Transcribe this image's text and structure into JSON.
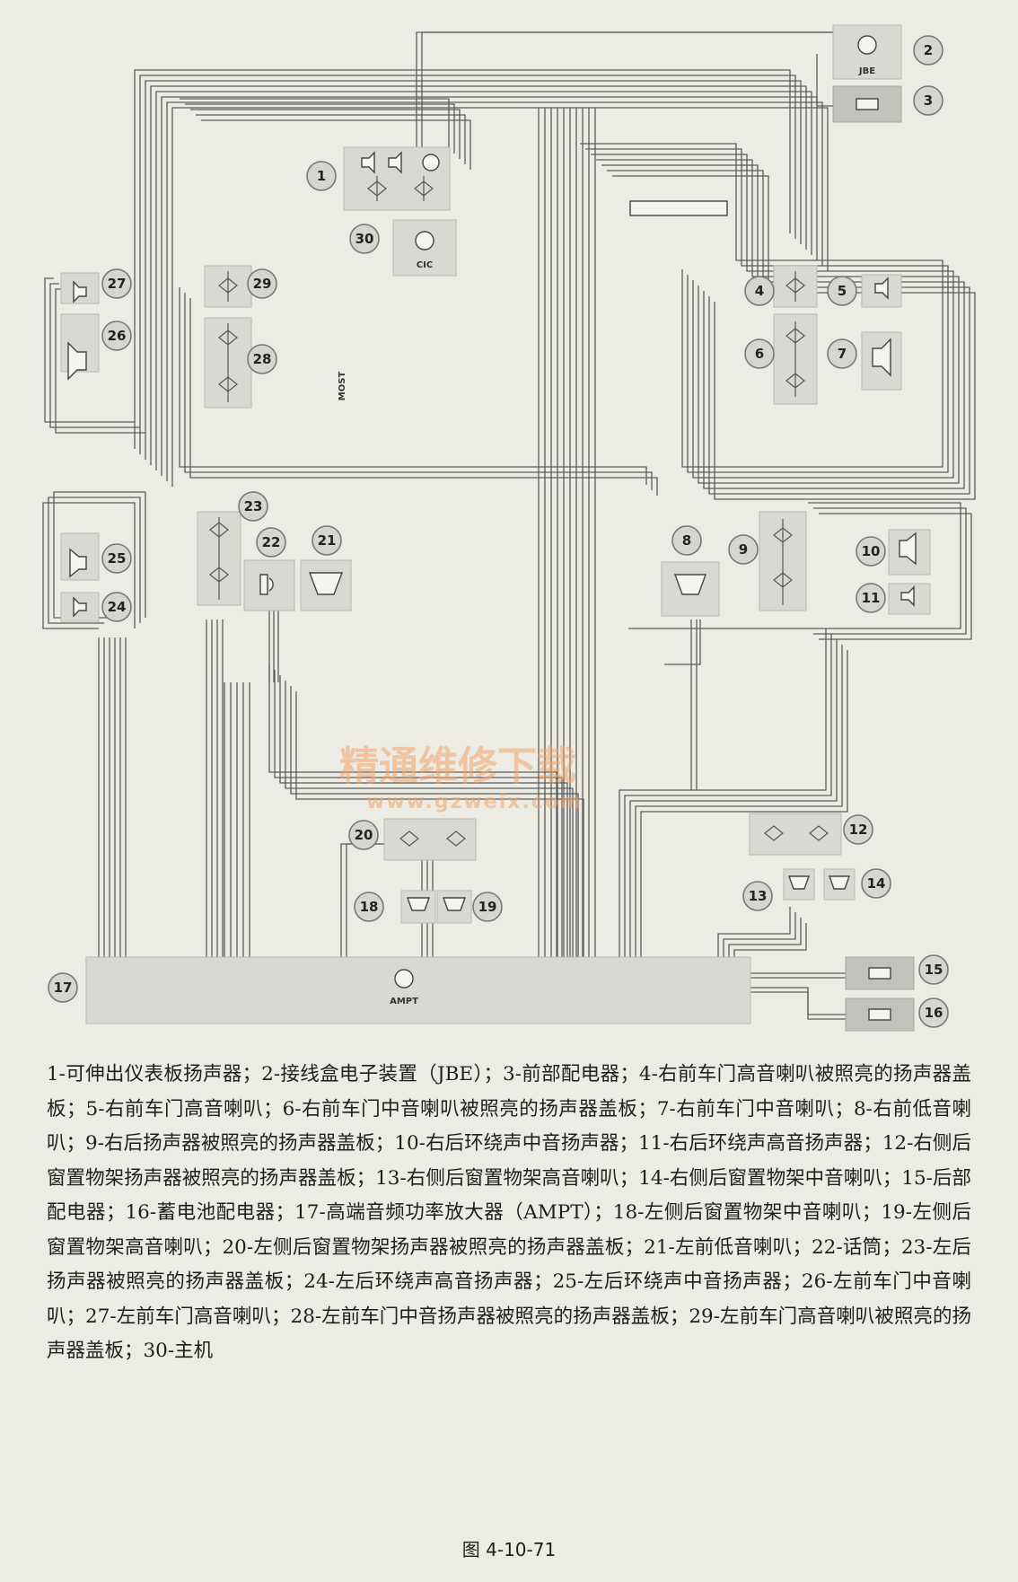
{
  "components": [
    {
      "id": "1",
      "label": ""
    },
    {
      "id": "2",
      "label": "JBE"
    },
    {
      "id": "3",
      "label": ""
    },
    {
      "id": "4",
      "label": ""
    },
    {
      "id": "5",
      "label": ""
    },
    {
      "id": "6",
      "label": ""
    },
    {
      "id": "7",
      "label": ""
    },
    {
      "id": "8",
      "label": ""
    },
    {
      "id": "9",
      "label": ""
    },
    {
      "id": "10",
      "label": ""
    },
    {
      "id": "11",
      "label": ""
    },
    {
      "id": "12",
      "label": ""
    },
    {
      "id": "13",
      "label": ""
    },
    {
      "id": "14",
      "label": ""
    },
    {
      "id": "15",
      "label": ""
    },
    {
      "id": "16",
      "label": ""
    },
    {
      "id": "17",
      "label": "AMPT"
    },
    {
      "id": "18",
      "label": ""
    },
    {
      "id": "19",
      "label": ""
    },
    {
      "id": "20",
      "label": ""
    },
    {
      "id": "21",
      "label": ""
    },
    {
      "id": "22",
      "label": ""
    },
    {
      "id": "23",
      "label": ""
    },
    {
      "id": "24",
      "label": ""
    },
    {
      "id": "25",
      "label": ""
    },
    {
      "id": "26",
      "label": ""
    },
    {
      "id": "27",
      "label": ""
    },
    {
      "id": "28",
      "label": ""
    },
    {
      "id": "29",
      "label": ""
    },
    {
      "id": "30",
      "label": "CIC"
    }
  ],
  "bus_label": "MOST",
  "watermark": {
    "line1": "精通维修下载",
    "line2": "www.gzweix.com"
  },
  "legend": "1-可伸出仪表板扬声器；2-接线盒电子装置（JBE）；3-前部配电器；4-右前车门高音喇叭被照亮的扬声器盖板；5-右前车门高音喇叭；6-右前车门中音喇叭被照亮的扬声器盖板；7-右前车门中音喇叭；8-右前低音喇叭；9-右后扬声器被照亮的扬声器盖板；10-右后环绕声中音扬声器；11-右后环绕声高音扬声器；12-右侧后窗置物架扬声器被照亮的扬声器盖板；13-右侧后窗置物架高音喇叭；14-右侧后窗置物架中音喇叭；15-后部配电器；16-蓄电池配电器；17-高端音频功率放大器（AMPT）；18-左侧后窗置物架中音喇叭；19-左侧后窗置物架高音喇叭；20-左侧后窗置物架扬声器被照亮的扬声器盖板；21-左前低音喇叭；22-话筒；23-左后扬声器被照亮的扬声器盖板；24-左后环绕声高音扬声器；25-左后环绕声中音扬声器；26-左前车门中音喇叭；27-左前车门高音喇叭；28-左前车门中音扬声器被照亮的扬声器盖板；29-左前车门高音喇叭被照亮的扬声器盖板；30-主机",
  "caption": "图 4-10-71"
}
